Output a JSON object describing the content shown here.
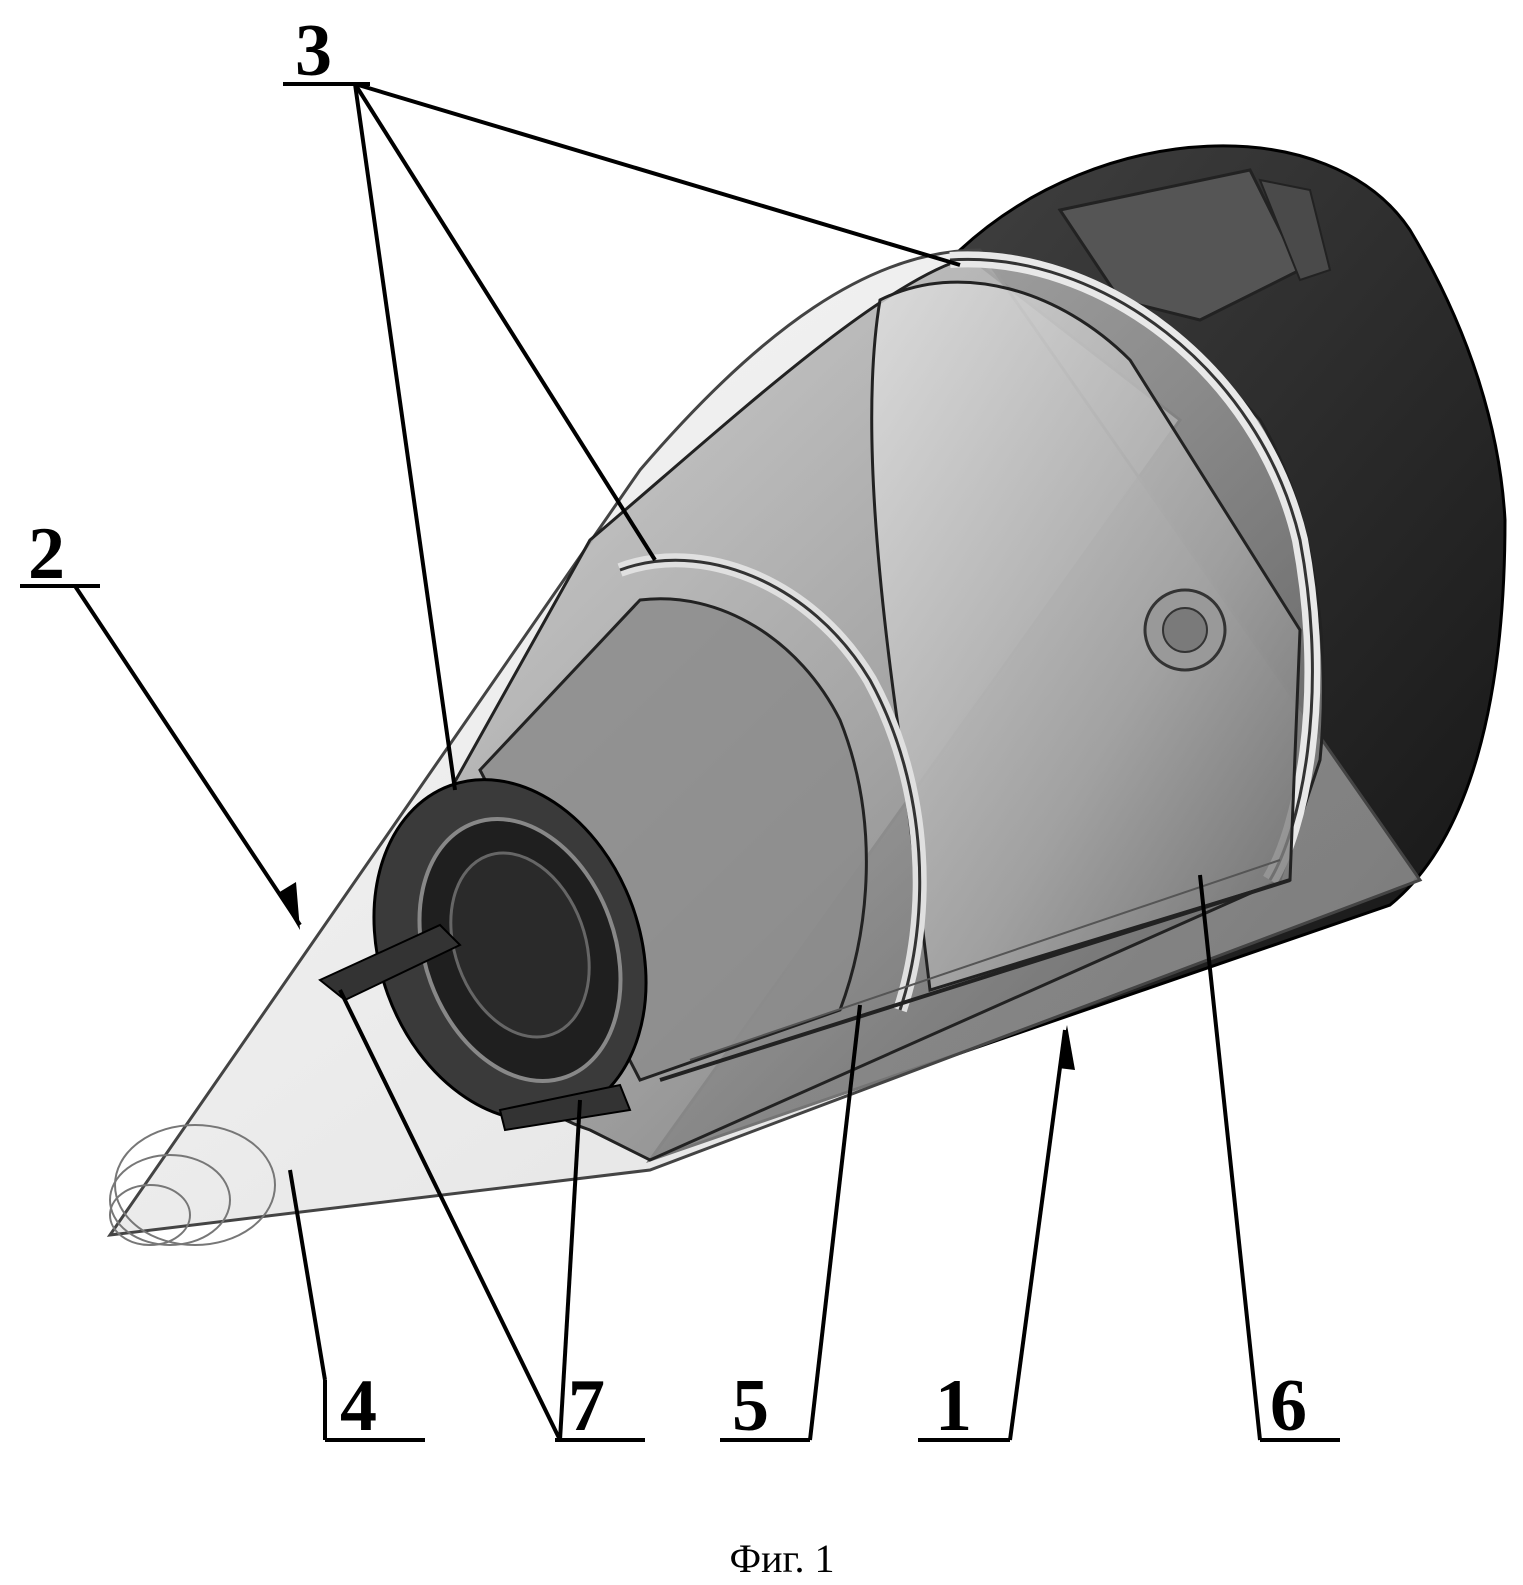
{
  "figure": {
    "caption": "Фиг. 1",
    "callouts": [
      {
        "id": "c1",
        "text": "1"
      },
      {
        "id": "c2",
        "text": "2"
      },
      {
        "id": "c3",
        "text": "3"
      },
      {
        "id": "c4",
        "text": "4"
      },
      {
        "id": "c5",
        "text": "5"
      },
      {
        "id": "c6",
        "text": "6"
      },
      {
        "id": "c7",
        "text": "7"
      }
    ]
  },
  "colors": {
    "ink": "#000000",
    "shell_dark": "#2e2e2e",
    "shell_mid": "#6a6a6a",
    "shell_light": "#bdbdbd",
    "fairing": "#d9d9d9",
    "background": "#ffffff"
  }
}
